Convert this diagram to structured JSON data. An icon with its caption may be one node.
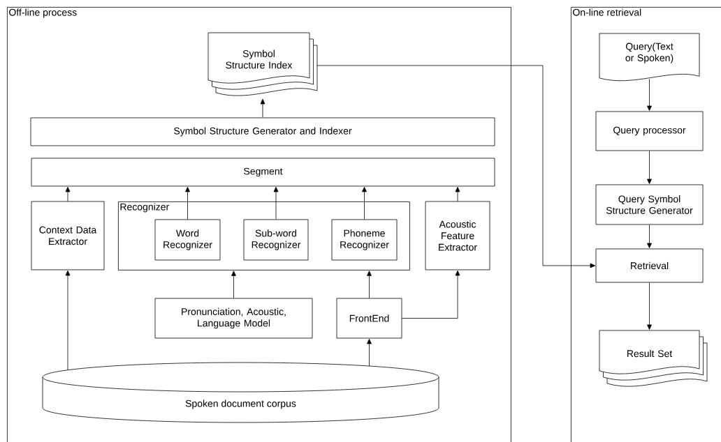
{
  "diagram": {
    "nodes": [
      {
        "text": [
          "Off-line process"
        ]
      },
      {
        "text": [
          "Symbol Structure Index"
        ],
        "in": 0
      },
      {
        "text": [
          "Symbol Structure Generator and Indexer"
        ],
        "in": 0
      },
      {
        "text": [
          "Segment"
        ],
        "in": 0
      },
      {
        "text": [
          "Context Data Extractor"
        ],
        "in": 0
      },
      {
        "text": [
          "Recognizer"
        ],
        "in": 0
      },
      {
        "text": [
          "Word Recognizer"
        ],
        "in": 5
      },
      {
        "text": [
          "Sub-word Recognizer"
        ],
        "in": 5
      },
      {
        "text": [
          "Phoneme Recognizer"
        ],
        "in": 5
      },
      {
        "text": [
          "Acoustic Feature Extractor"
        ],
        "in": 0
      },
      {
        "text": [
          "Pronunciation, Acoustic, Language Model"
        ],
        "in": 0
      },
      {
        "text": [
          "FrontEnd"
        ],
        "in": 0
      },
      {
        "text": [
          "Spoken document corpus"
        ],
        "in": 0
      },
      {
        "text": [
          "On-line retrieval"
        ]
      },
      {
        "text": [
          "Query(Text or Spoken)"
        ],
        "in": 13
      },
      {
        "text": [
          "Query processor"
        ],
        "in": 13
      },
      {
        "text": [
          "Query Symbol Structure Generator"
        ],
        "in": 13
      },
      {
        "text": [
          "Retrieval"
        ],
        "in": 13
      },
      {
        "text": [
          "Result Set"
        ],
        "in": 13
      }
    ],
    "edges": [
      {
        "from": 2,
        "to": 1,
        "arrow": "to"
      },
      {
        "from": 4,
        "to": 3,
        "arrow": "to"
      },
      {
        "from": 6,
        "to": 3,
        "arrow": "to"
      },
      {
        "from": 7,
        "to": 3,
        "arrow": "to"
      },
      {
        "from": 8,
        "to": 3,
        "arrow": "to"
      },
      {
        "from": 9,
        "to": 3,
        "arrow": "to"
      },
      {
        "from": 10,
        "to": 5,
        "arrow": "to"
      },
      {
        "from": 11,
        "to": 5,
        "arrow": "to"
      },
      {
        "from": 11,
        "to": 9,
        "arrow": "to"
      },
      {
        "from": 12,
        "to": 4,
        "arrow": "to"
      },
      {
        "from": 12,
        "to": 11,
        "arrow": "to"
      },
      {
        "from": 1,
        "to": 17,
        "arrow": "to"
      },
      {
        "from": 14,
        "to": 15,
        "arrow": "to"
      },
      {
        "from": 15,
        "to": 16,
        "arrow": "to"
      },
      {
        "from": 16,
        "to": 17,
        "arrow": "to"
      },
      {
        "from": 17,
        "to": 18,
        "arrow": "to"
      }
    ]
  }
}
